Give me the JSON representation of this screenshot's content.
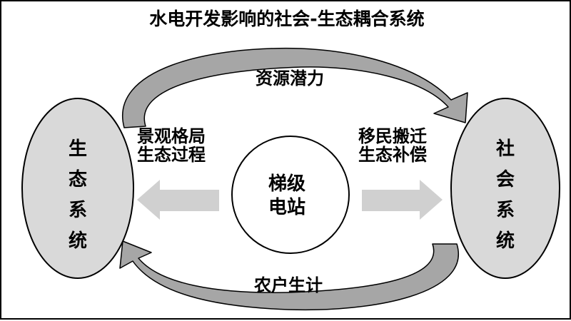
{
  "title": "水电开发影响的社会-生态耦合系统",
  "left_node": {
    "label": "生态系统"
  },
  "right_node": {
    "label": "社会系统"
  },
  "center_node": {
    "line1": "梯级",
    "line2": "电站"
  },
  "top_flow": {
    "label": "资源潜力"
  },
  "bottom_flow": {
    "label": "农户生计"
  },
  "left_impacts": {
    "line1": "景观格局",
    "line2": "生态过程"
  },
  "right_impacts": {
    "line1": "移民搬迁",
    "line2": "生态补偿"
  },
  "colors": {
    "ellipse_fill": "#d9d9d9",
    "big_arrow_fill": "#d0d0d0",
    "curved_arrow_fill": "#a6a6a6",
    "stroke": "#000000"
  }
}
